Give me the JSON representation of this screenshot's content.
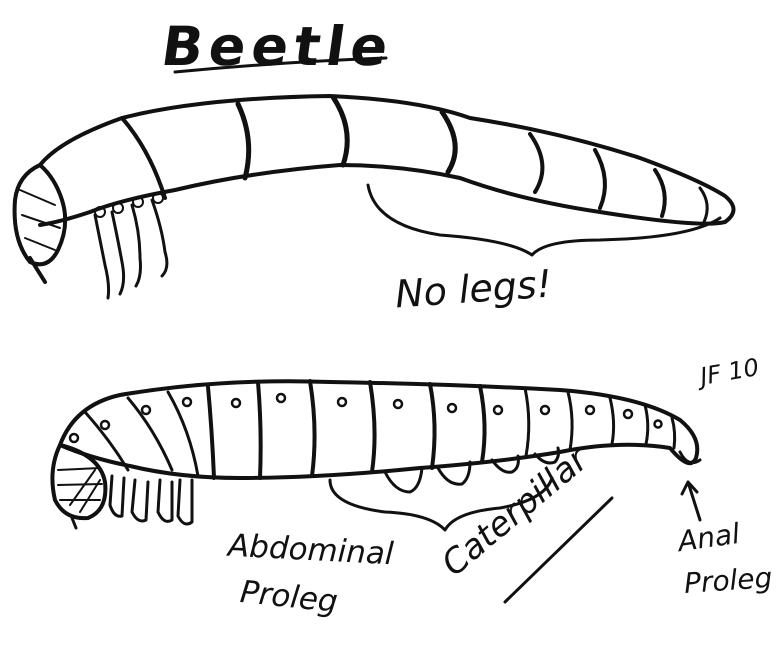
{
  "diagram": {
    "title": "Beetle",
    "beetle_note": "No legs!",
    "signature": "JF 10",
    "caterpillar_label": "Caterpillar",
    "abdominal_proleg_line1": "Abdominal",
    "abdominal_proleg_line2": "Proleg",
    "anal_proleg_line1": "Anal",
    "anal_proleg_line2": "Proleg"
  },
  "colors": {
    "ink": "#111111",
    "paper": "#ffffff"
  }
}
